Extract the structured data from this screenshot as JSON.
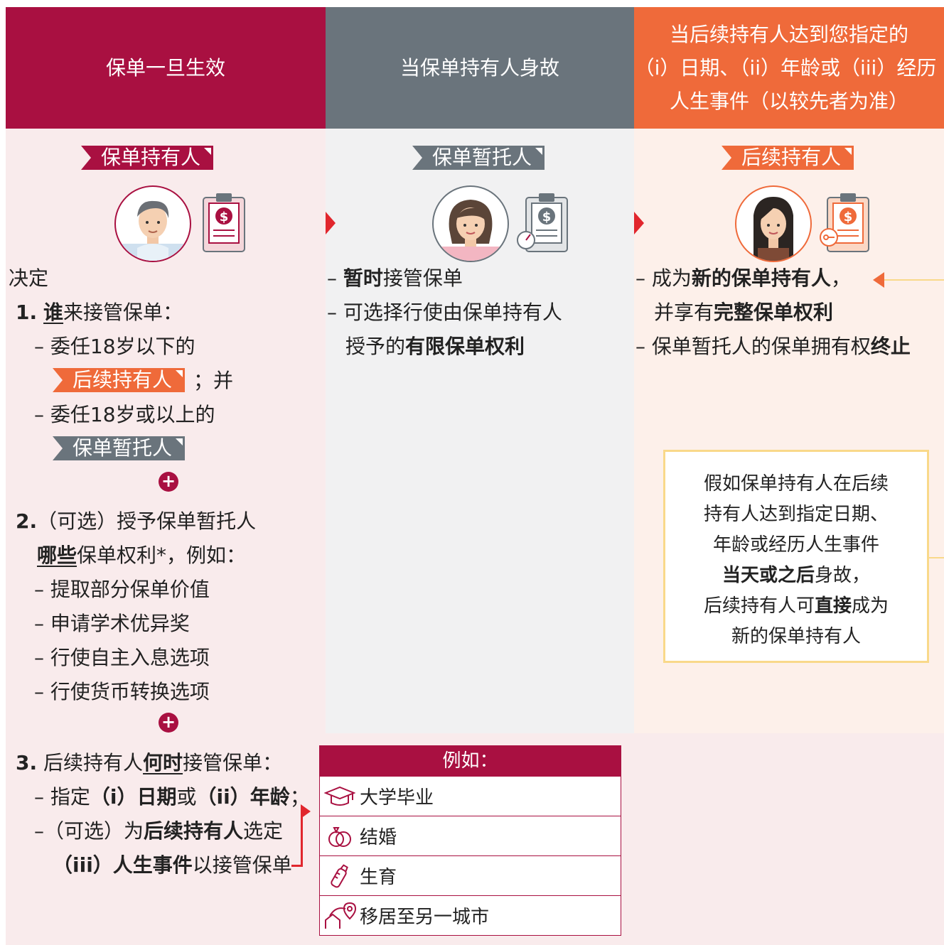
{
  "colors": {
    "crimson": "#a91041",
    "slate": "#6a747c",
    "orange": "#ef6a3a",
    "pink_bg": "#f9ebec",
    "grey_bg": "#f1f1f2",
    "peach_bg": "#fdf0ea",
    "yellow": "#f9d98a"
  },
  "headers": {
    "col1": "保单一旦生效",
    "col2": "当保单持有人身故",
    "col3_lines": [
      "当后续持有人达到您指定的",
      "（i）日期、（ii）年龄或（iii）经历",
      "人生事件（以较先者为准）"
    ]
  },
  "tags": {
    "holder": "保单持有人",
    "custodian": "保单暂托人",
    "successor": "后续持有人"
  },
  "icons": [
    "businessman-avatar",
    "policy-document-icon",
    "woman-avatar",
    "policy-timer-icon",
    "girl-avatar",
    "policy-key-icon",
    "graduation-cap-icon",
    "wedding-rings-icon",
    "baby-bottle-icon",
    "relocation-icon"
  ],
  "col1": {
    "decide": "决定",
    "s1_num": "1.",
    "s1_who": "谁",
    "s1_rest": "来接管保单：",
    "s1_a": "– 委任18岁以下的",
    "s1_a_end": "；并",
    "s1_b": "– 委任18岁或以上的",
    "plus": "+",
    "s2_num": "2.",
    "s2_head": "（可选）授予保单暂托人",
    "s2_which": "哪些",
    "s2_rest": "保单权利*，例如：",
    "s2_items": [
      "– 提取部分保单价值",
      "– 申请学术优异奖",
      "– 行使自主入息选项",
      "– 行使货币转换选项"
    ],
    "s3_num": "3.",
    "s3_pre": "后续持有人",
    "s3_when": "何时",
    "s3_post": "接管保单：",
    "s3_a_pre": "– 指定",
    "s3_a_i": "（i）日期",
    "s3_a_or": "或",
    "s3_a_ii": "（ii）年龄",
    "s3_a_end": "；",
    "s3_b_pre": "–（可选）为",
    "s3_b_bold": "后续持有人",
    "s3_b_post": "选定",
    "s3_c_bold": "（iii）人生事件",
    "s3_c_post": "以接管保单"
  },
  "col2": {
    "a_dash": "– ",
    "a_bold": "暂时",
    "a_rest": "接管保单",
    "b_line1": "– 可选择行使由保单持有人",
    "b_line2_pre": "授予的",
    "b_line2_bold": "有限保单权利"
  },
  "col3": {
    "a_dash": "– 成为",
    "a_bold": "新的保单持有人",
    "a_end": "，",
    "a2_pre": "并享有",
    "a2_bold": "完整保单权利",
    "b_pre": "– 保单暂托人的保单拥有权",
    "b_bold": "终止"
  },
  "note": {
    "l1": "假如保单持有人在后续",
    "l2": "持有人达到指定日期、",
    "l3": "年龄或经历人生事件",
    "l4_bold": "当天或之后",
    "l4_rest": "身故，",
    "l5_pre": "后续持有人可",
    "l5_bold": "直接",
    "l5_post": "成为",
    "l6": "新的保单持有人"
  },
  "examples": {
    "title": "例如：",
    "items": [
      "大学毕业",
      "结婚",
      "生育",
      "移居至另一城市"
    ]
  }
}
